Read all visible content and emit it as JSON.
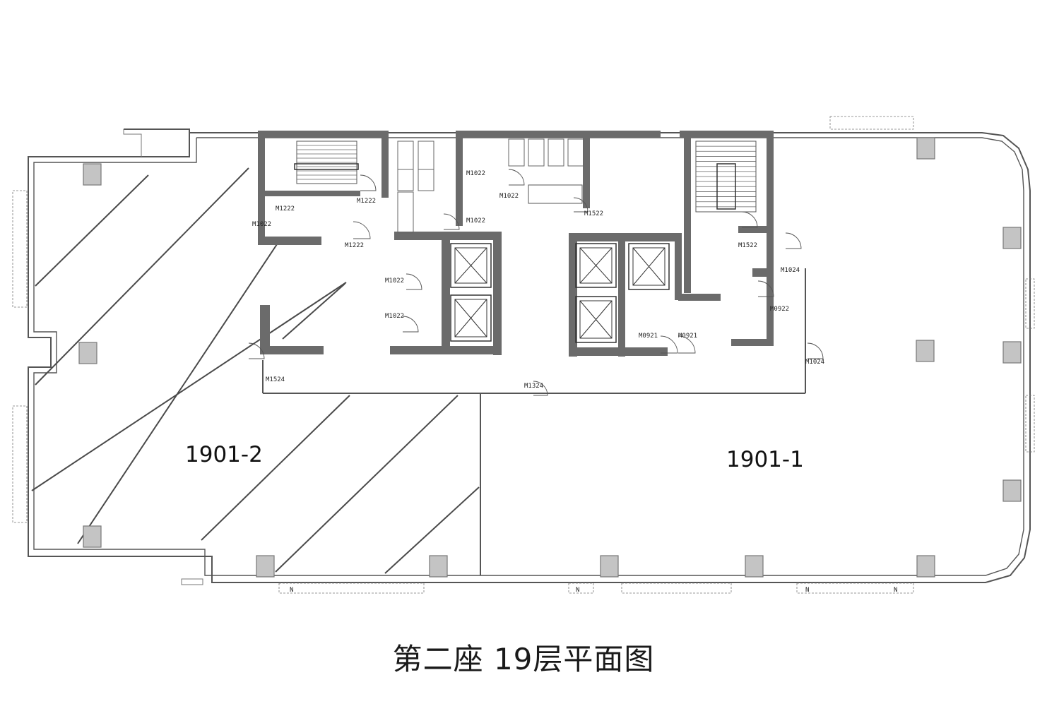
{
  "caption": "第二座 19层平面图",
  "units": [
    {
      "id": "unit-1901-2",
      "label": "1901-2"
    },
    {
      "id": "unit-1901-1",
      "label": "1901-1"
    }
  ],
  "door_tags": [
    "M1222",
    "M1222",
    "M1222",
    "M1022",
    "M1022",
    "M1022",
    "M1022",
    "M1022",
    "M1022",
    "M0922",
    "M0921",
    "M0921",
    "M1024",
    "M1024",
    "M1522",
    "M1522",
    "M1524",
    "M1324"
  ],
  "north_marks": [
    "N",
    "N",
    "N",
    "N"
  ]
}
